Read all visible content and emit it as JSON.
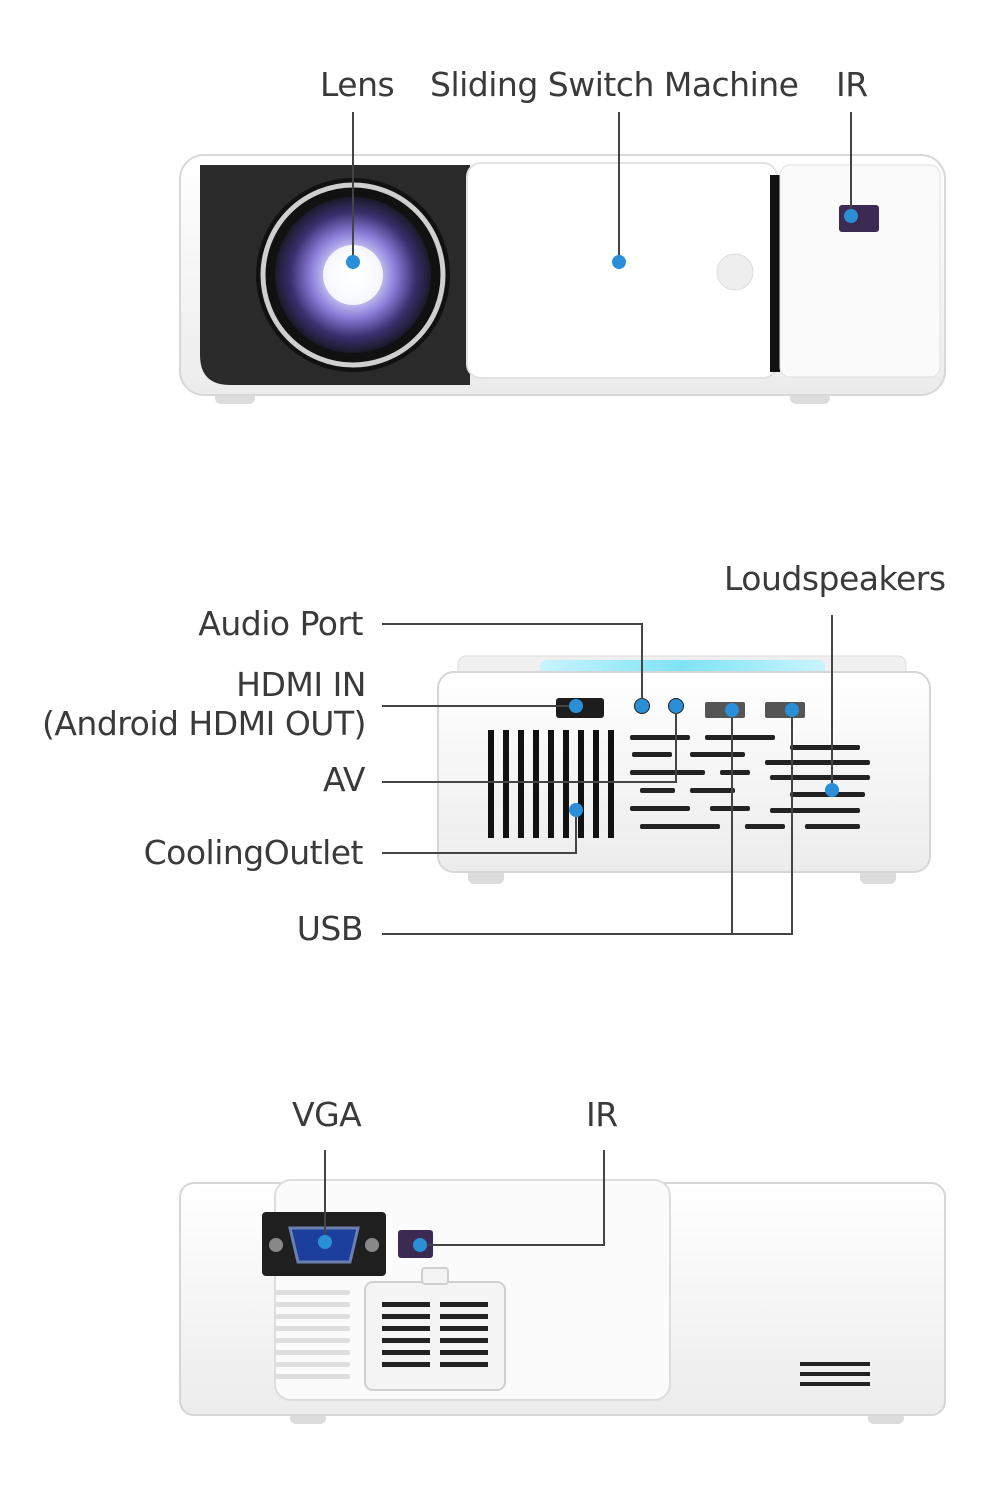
{
  "colors": {
    "leader": "#444444",
    "dot": "#2a8fd6",
    "body": "#f4f4f4",
    "body_edge": "#d6d6d6",
    "dark_panel": "#232323"
  },
  "top_view": {
    "lens": "Lens",
    "sliding_switch": "Sliding Switch Machine",
    "ir": "IR"
  },
  "rear_view": {
    "loudspeakers": "Loudspeakers",
    "audio_port": "Audio Port",
    "hdmi_line1": "HDMI IN",
    "hdmi_line2": "(Android HDMI OUT)",
    "av": "AV",
    "cooling_outlet": "CoolingOutlet",
    "usb": "USB"
  },
  "side_view": {
    "vga": "VGA",
    "ir": "IR"
  }
}
